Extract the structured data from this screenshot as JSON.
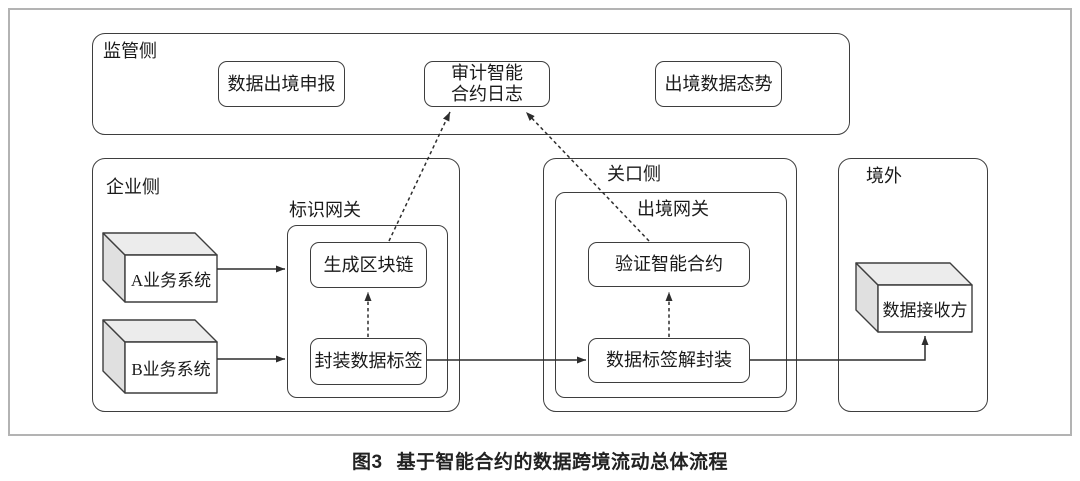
{
  "caption": {
    "prefix": "图3",
    "text": "基于智能合约的数据跨境流动总体流程"
  },
  "regions": {
    "regulatory": {
      "label": "监管侧",
      "nodes": {
        "declare": "数据出境申报",
        "audit_line1": "审计智能",
        "audit_line2": "合约日志",
        "situation": "出境数据态势"
      }
    },
    "enterprise": {
      "label": "企业侧",
      "nodes": {
        "system_a": "A业务系统",
        "system_b": "B业务系统"
      },
      "gateway": {
        "label": "标识网关",
        "nodes": {
          "gen_blockchain": "生成区块链",
          "pack_tag": "封装数据标签"
        }
      }
    },
    "customs": {
      "label": "关口侧",
      "gateway": {
        "label": "出境网关",
        "nodes": {
          "verify_contract": "验证智能合约",
          "unpack_tag": "数据标签解封装"
        }
      }
    },
    "overseas": {
      "label": "境外",
      "nodes": {
        "receiver": "数据接收方"
      }
    }
  },
  "edges": [
    {
      "from": "A业务系统",
      "to": "标识网关",
      "style": "solid"
    },
    {
      "from": "B业务系统",
      "to": "标识网关",
      "style": "solid"
    },
    {
      "from": "封装数据标签",
      "to": "生成区块链",
      "style": "dashed"
    },
    {
      "from": "生成区块链",
      "to": "审计智能合约日志",
      "style": "dashed"
    },
    {
      "from": "封装数据标签",
      "to": "数据标签解封装",
      "style": "solid"
    },
    {
      "from": "数据标签解封装",
      "to": "验证智能合约",
      "style": "dashed"
    },
    {
      "from": "验证智能合约",
      "to": "审计智能合约日志",
      "style": "dashed"
    },
    {
      "from": "数据标签解封装",
      "to": "数据接收方",
      "style": "solid"
    }
  ],
  "colors": {
    "line": "#333333",
    "box_border": "#3e3e3e",
    "outer_frame": "#b3b3b3",
    "cuboid_top": "#ececec",
    "cuboid_side": "#e0e0e0",
    "background": "#ffffff"
  }
}
